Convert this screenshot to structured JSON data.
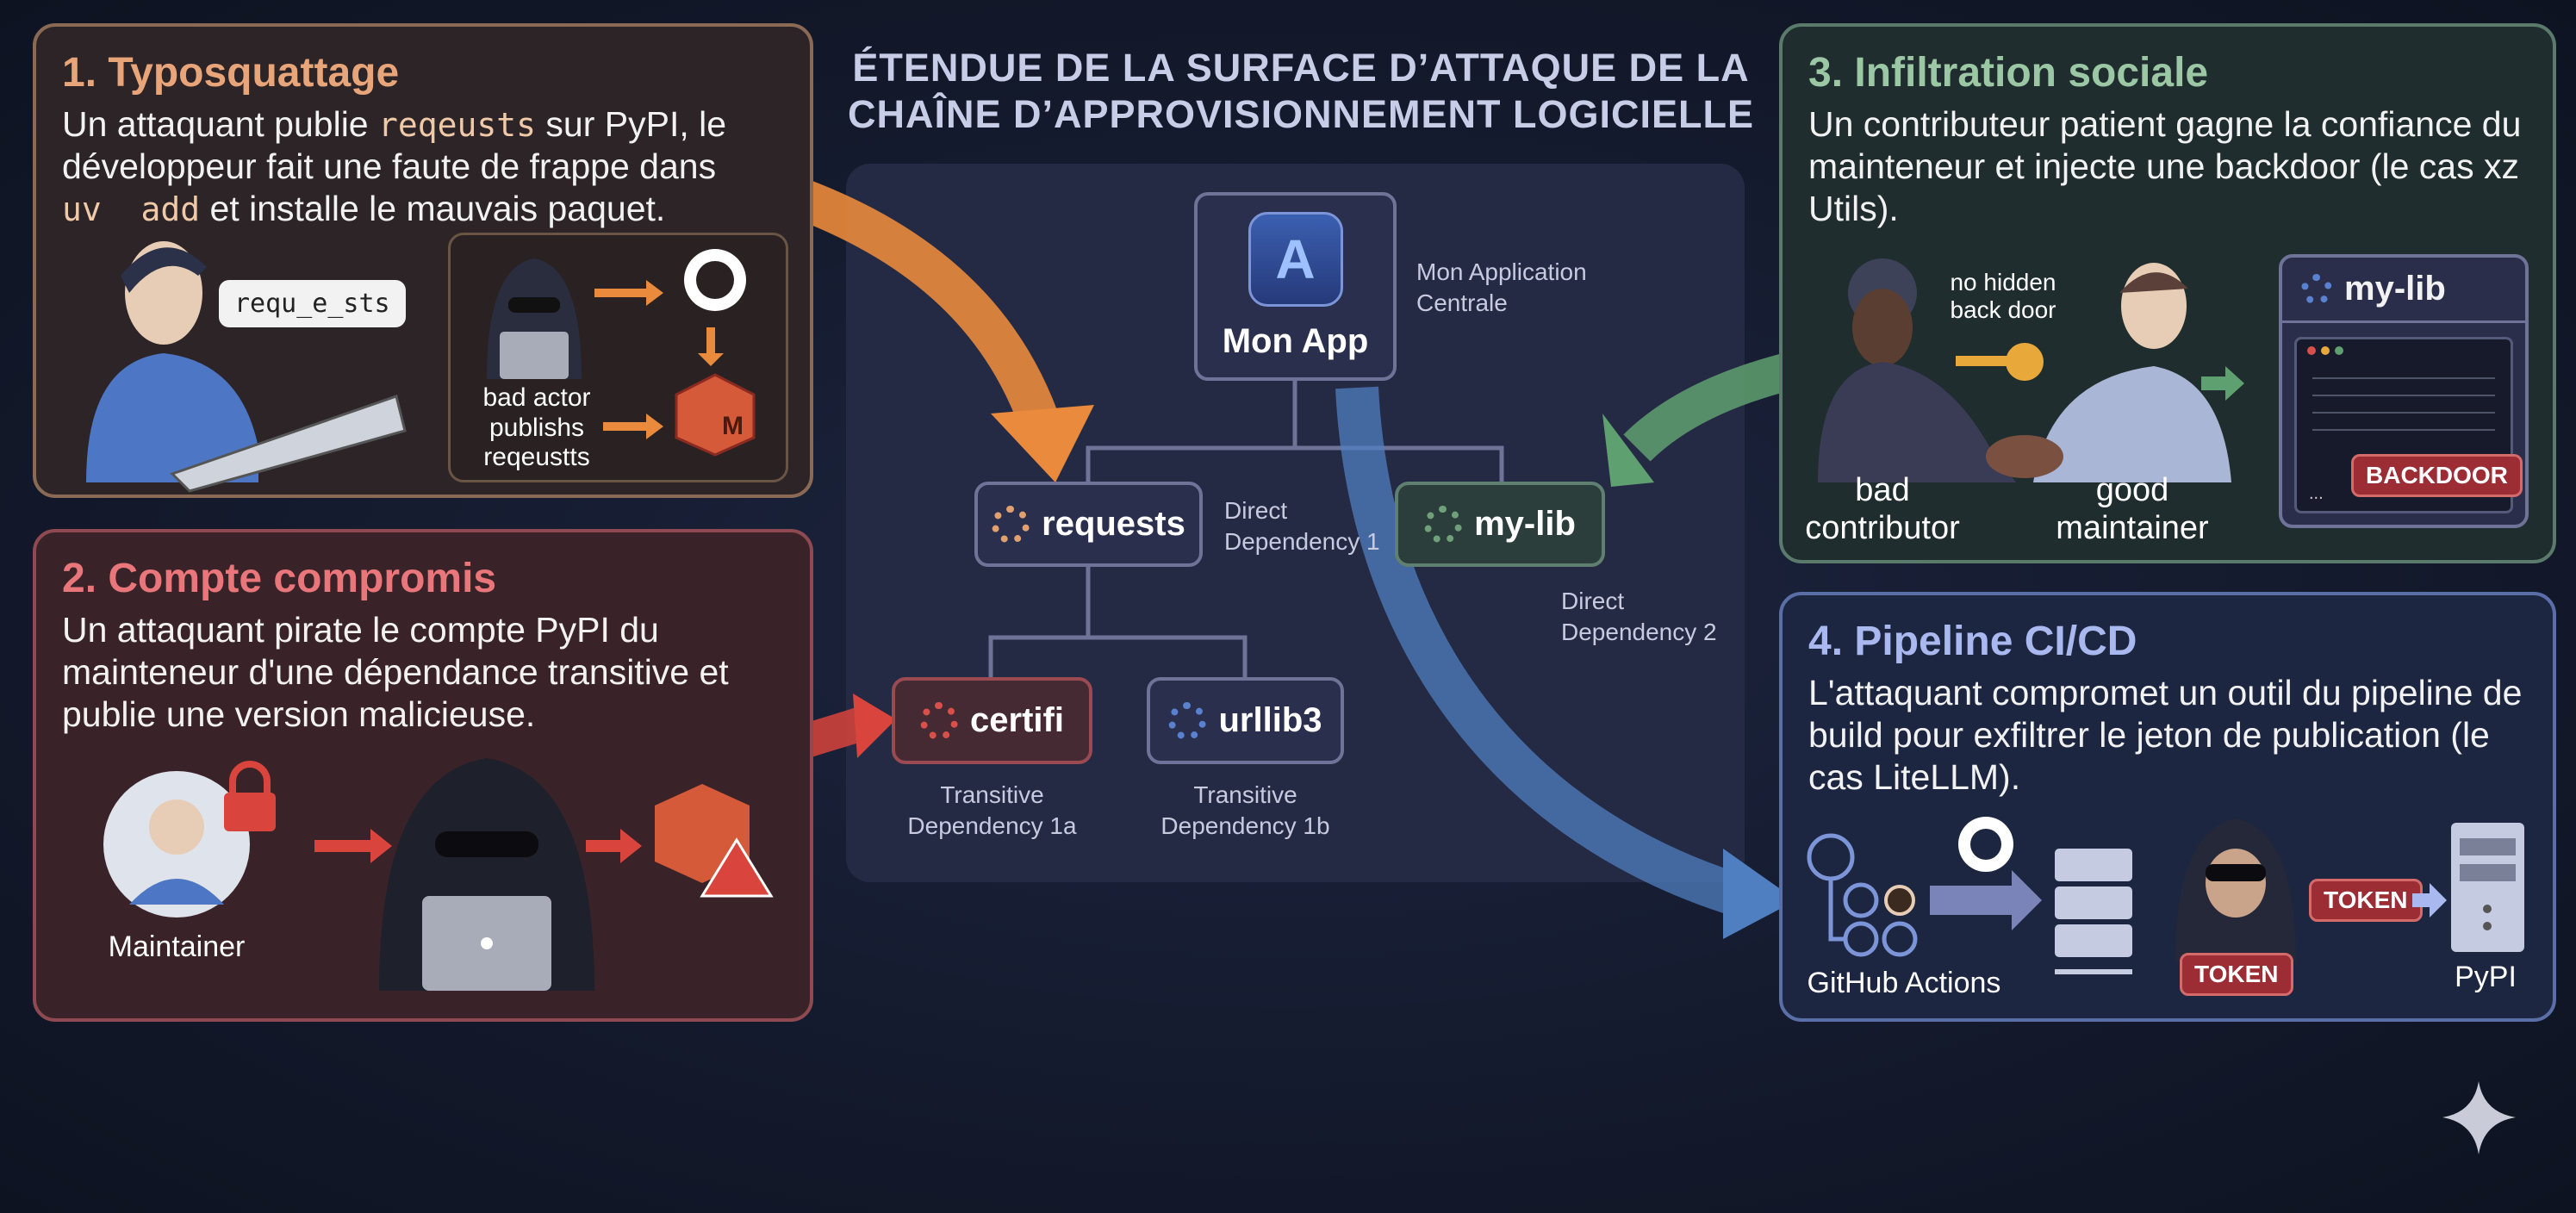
{
  "title": {
    "line1": "ÉTENDUE DE LA SURFACE D’ATTAQUE DE LA",
    "line2": "CHAÎNE D’APPROVISIONNEMENT LOGICIELLE"
  },
  "panel1": {
    "heading": "1. Typosquattage",
    "text_a": "Un attaquant publie ",
    "code1": "reqeusts",
    "text_b": " sur PyPI, le développeur fait une faute de frappe dans ",
    "code2": "uv  add",
    "text_c": " et installe le mauvais paquet.",
    "bubble": "requ_e_sts",
    "caption": "bad actor publishs reqeustts",
    "box_letter": "M"
  },
  "panel2": {
    "heading": "2. Compte compromis",
    "text": "Un attaquant pirate le compte PyPI du mainteneur d'une dépendance transitive et publie une version malicieuse.",
    "caption": "Maintainer"
  },
  "panel3": {
    "heading": "3. Infiltration sociale",
    "text": "Un contributeur patient gagne la confiance du mainteneur et injecte une backdoor (le cas xz Utils).",
    "key_label": "no hidden back door",
    "bad": "bad contributor",
    "good": "good maintainer",
    "lib": "my-lib",
    "badge": "BACKDOOR",
    "code_ellipsis": "..."
  },
  "panel4": {
    "heading": "4. Pipeline CI/CD",
    "text": "L'attaquant compromet un outil du pipeline de build pour exfiltrer le jeton de publication (le cas LiteLLM).",
    "actions": "GitHub Actions",
    "token1": "TOKEN",
    "token2": "TOKEN",
    "pypi": "PyPI"
  },
  "tree": {
    "app": {
      "name": "Mon App",
      "label": "Mon Application Centrale"
    },
    "requests": {
      "name": "requests",
      "label": "Direct Dependency 1"
    },
    "mylib": {
      "name": "my-lib",
      "label": "Direct Dependency 2"
    },
    "certifi": {
      "name": "certifi",
      "label": "Transitive Dependency 1a"
    },
    "urllib3": {
      "name": "urllib3",
      "label": "Transitive Dependency 1b"
    }
  },
  "colors": {
    "orange": "#e98a3c",
    "red": "#d9443c",
    "green": "#5fa070",
    "blue": "#4f7fc0"
  }
}
